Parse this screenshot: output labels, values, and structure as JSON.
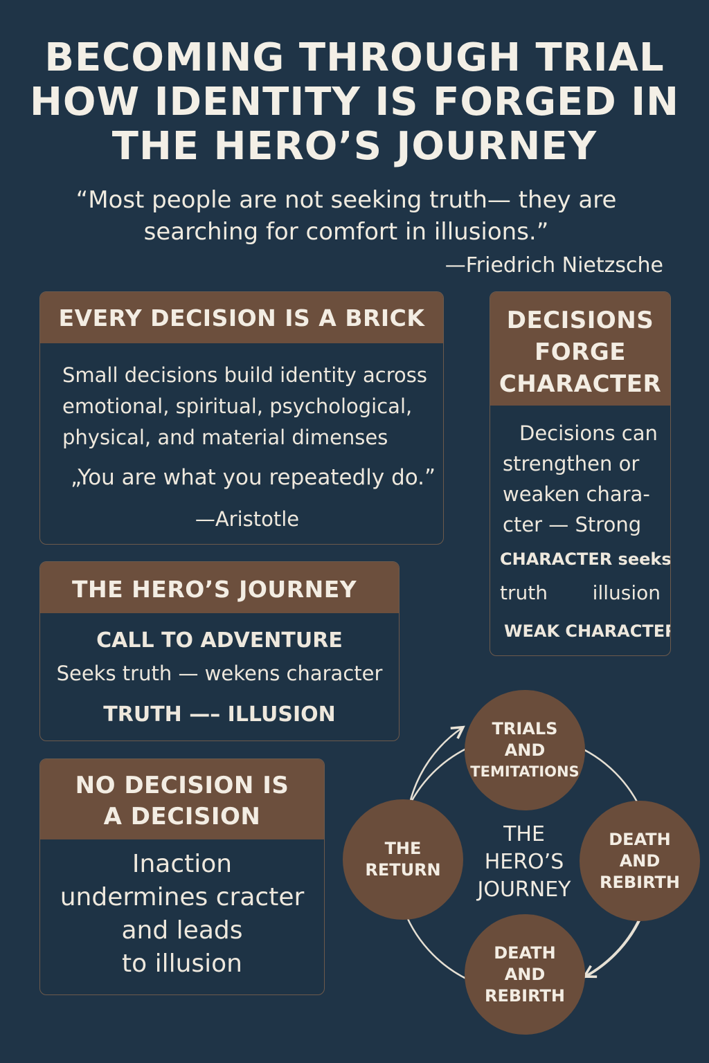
{
  "title": {
    "line1": "BECOMING THROUGH TRIAL",
    "line2": "HOW IDENTITY IS FORGED IN",
    "line3": "THE HERO’S JOURNEY"
  },
  "quote": {
    "text_line1": "“Most people are not seeking truth— they are",
    "text_line2": "searching for comfort in illusions.”",
    "author": "—Friedrich Nietzsche"
  },
  "card_brick": {
    "heading": "EVERY DECISION IS A BRICK",
    "body_line1": "Small decisions build identity across",
    "body_line2": "emotional, spiritual, psychological,",
    "body_line3": "physical, and material dimenses",
    "quote": "„You are what you repeatedly do.”",
    "author": "—Aristotle"
  },
  "card_forge": {
    "heading_line1": "DECISIONS",
    "heading_line2": "FORGE",
    "heading_line3": "CHARACTER",
    "body_line1": "Decisions can",
    "body_line2": "strengthen or",
    "body_line3": "weaken chara-",
    "body_line4": "cter — Strong",
    "label1": "CHARACTER seeks",
    "label2_left": "truth",
    "label2_right": "illusion",
    "label3": "WEAK CHARACTER"
  },
  "card_journey": {
    "heading": "THE HERO’S JOURNEY",
    "row1": "CALL TO ADVENTURE",
    "row2": "Seeks truth  — wekens character",
    "row3": "TRUTH —– ILLUSION"
  },
  "card_nodecision": {
    "heading_line1": "NO DECISION IS",
    "heading_line2": "A DECISION",
    "body_line1": "Inaction",
    "body_line2": "undermines cracter",
    "body_line3": "and leads",
    "body_line4": "to illusion"
  },
  "cycle": {
    "center_line1": "THE",
    "center_line2": "HERO’S",
    "center_line3": "JOURNEY",
    "top": {
      "line1": "TRIALS",
      "line2": "AND",
      "line3": "TEMITATIONS"
    },
    "right": {
      "line1": "DEATH",
      "line2": "AND",
      "line3": "REBIRTH"
    },
    "bottom": {
      "line1": "DEATH",
      "line2": "AND",
      "line3": "REBIRTH"
    },
    "left": {
      "line1": "THE",
      "line2": "RETURN"
    }
  },
  "colors": {
    "background": "#1f3447",
    "accent_brown": "#6c4f3d",
    "text": "#f1ece2"
  }
}
